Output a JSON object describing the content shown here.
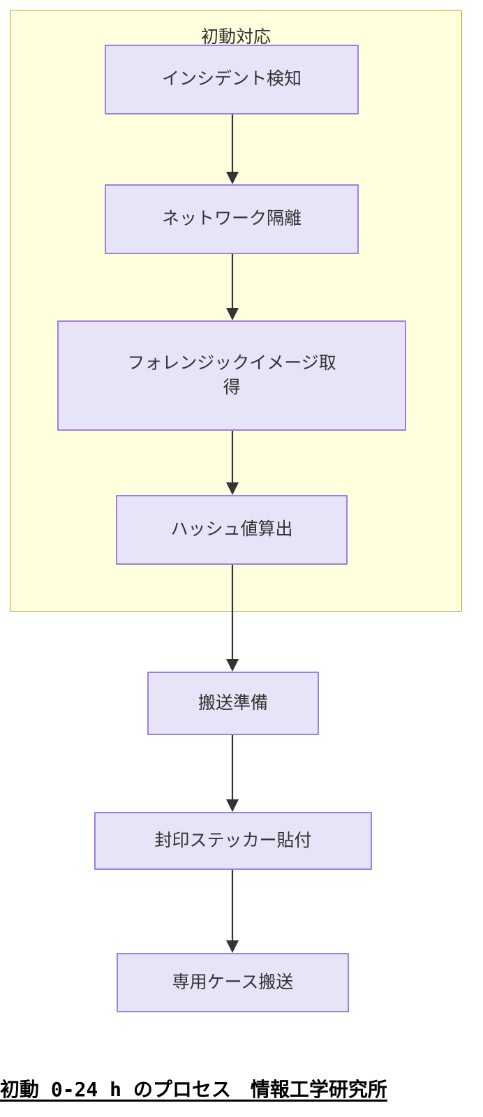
{
  "diagram": {
    "type": "flowchart",
    "direction": "top-to-bottom",
    "colors": {
      "cluster_background": "#ffffde",
      "cluster_border": "#aaaa33",
      "node_background": "#e8e4f8",
      "node_border": "#9f7fe0",
      "edge": "#333333",
      "text": "#333333",
      "caption_text": "#000000",
      "page_background": "#ffffff"
    },
    "cluster": {
      "title": "初動対応"
    },
    "nodes": [
      {
        "id": "n1",
        "label": "インシデント検知",
        "in_cluster": true
      },
      {
        "id": "n2",
        "label": "ネットワーク隔離",
        "in_cluster": true
      },
      {
        "id": "n3",
        "label": "フォレンジックイメージ取\n得",
        "in_cluster": true
      },
      {
        "id": "n4",
        "label": "ハッシュ値算出",
        "in_cluster": true
      },
      {
        "id": "n5",
        "label": "搬送準備",
        "in_cluster": false
      },
      {
        "id": "n6",
        "label": "封印ステッカー貼付",
        "in_cluster": false
      },
      {
        "id": "n7",
        "label": "専用ケース搬送",
        "in_cluster": false
      }
    ],
    "edges": [
      {
        "from": "n1",
        "to": "n2",
        "label": ""
      },
      {
        "from": "n2",
        "to": "n3",
        "label": ""
      },
      {
        "from": "n3",
        "to": "n4",
        "label": ""
      },
      {
        "from": "n4",
        "to": "n5",
        "label": ""
      },
      {
        "from": "n5",
        "to": "n6",
        "label": ""
      },
      {
        "from": "n6",
        "to": "n7",
        "label": ""
      }
    ]
  },
  "caption": {
    "text": "初動 0-24 h のプロセス　情報工学研究所"
  }
}
